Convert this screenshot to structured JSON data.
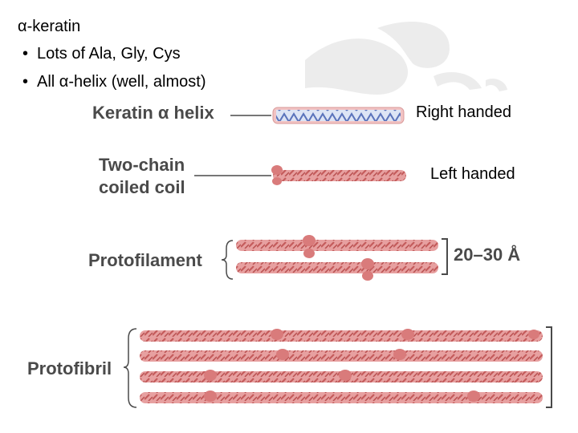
{
  "slide": {
    "title": "α-keratin",
    "bullets": [
      "Lots of Ala, Gly, Cys",
      "All α-helix (well, almost)"
    ]
  },
  "diagram": {
    "labels": {
      "helix": "Keratin α helix",
      "coil_line1": "Two-chain",
      "coil_line2": "coiled coil",
      "protofilament": "Protofilament",
      "protofibril": "Protofibril",
      "size": "20–30 Å"
    },
    "annotations": {
      "helix_hand": "Right handed",
      "coil_hand": "Left handed"
    },
    "colors": {
      "strand": "#e08a8a",
      "strand_dark": "#c45c5c",
      "helix_blue": "#6f86c9",
      "label_gray": "#4a4a4a"
    }
  }
}
